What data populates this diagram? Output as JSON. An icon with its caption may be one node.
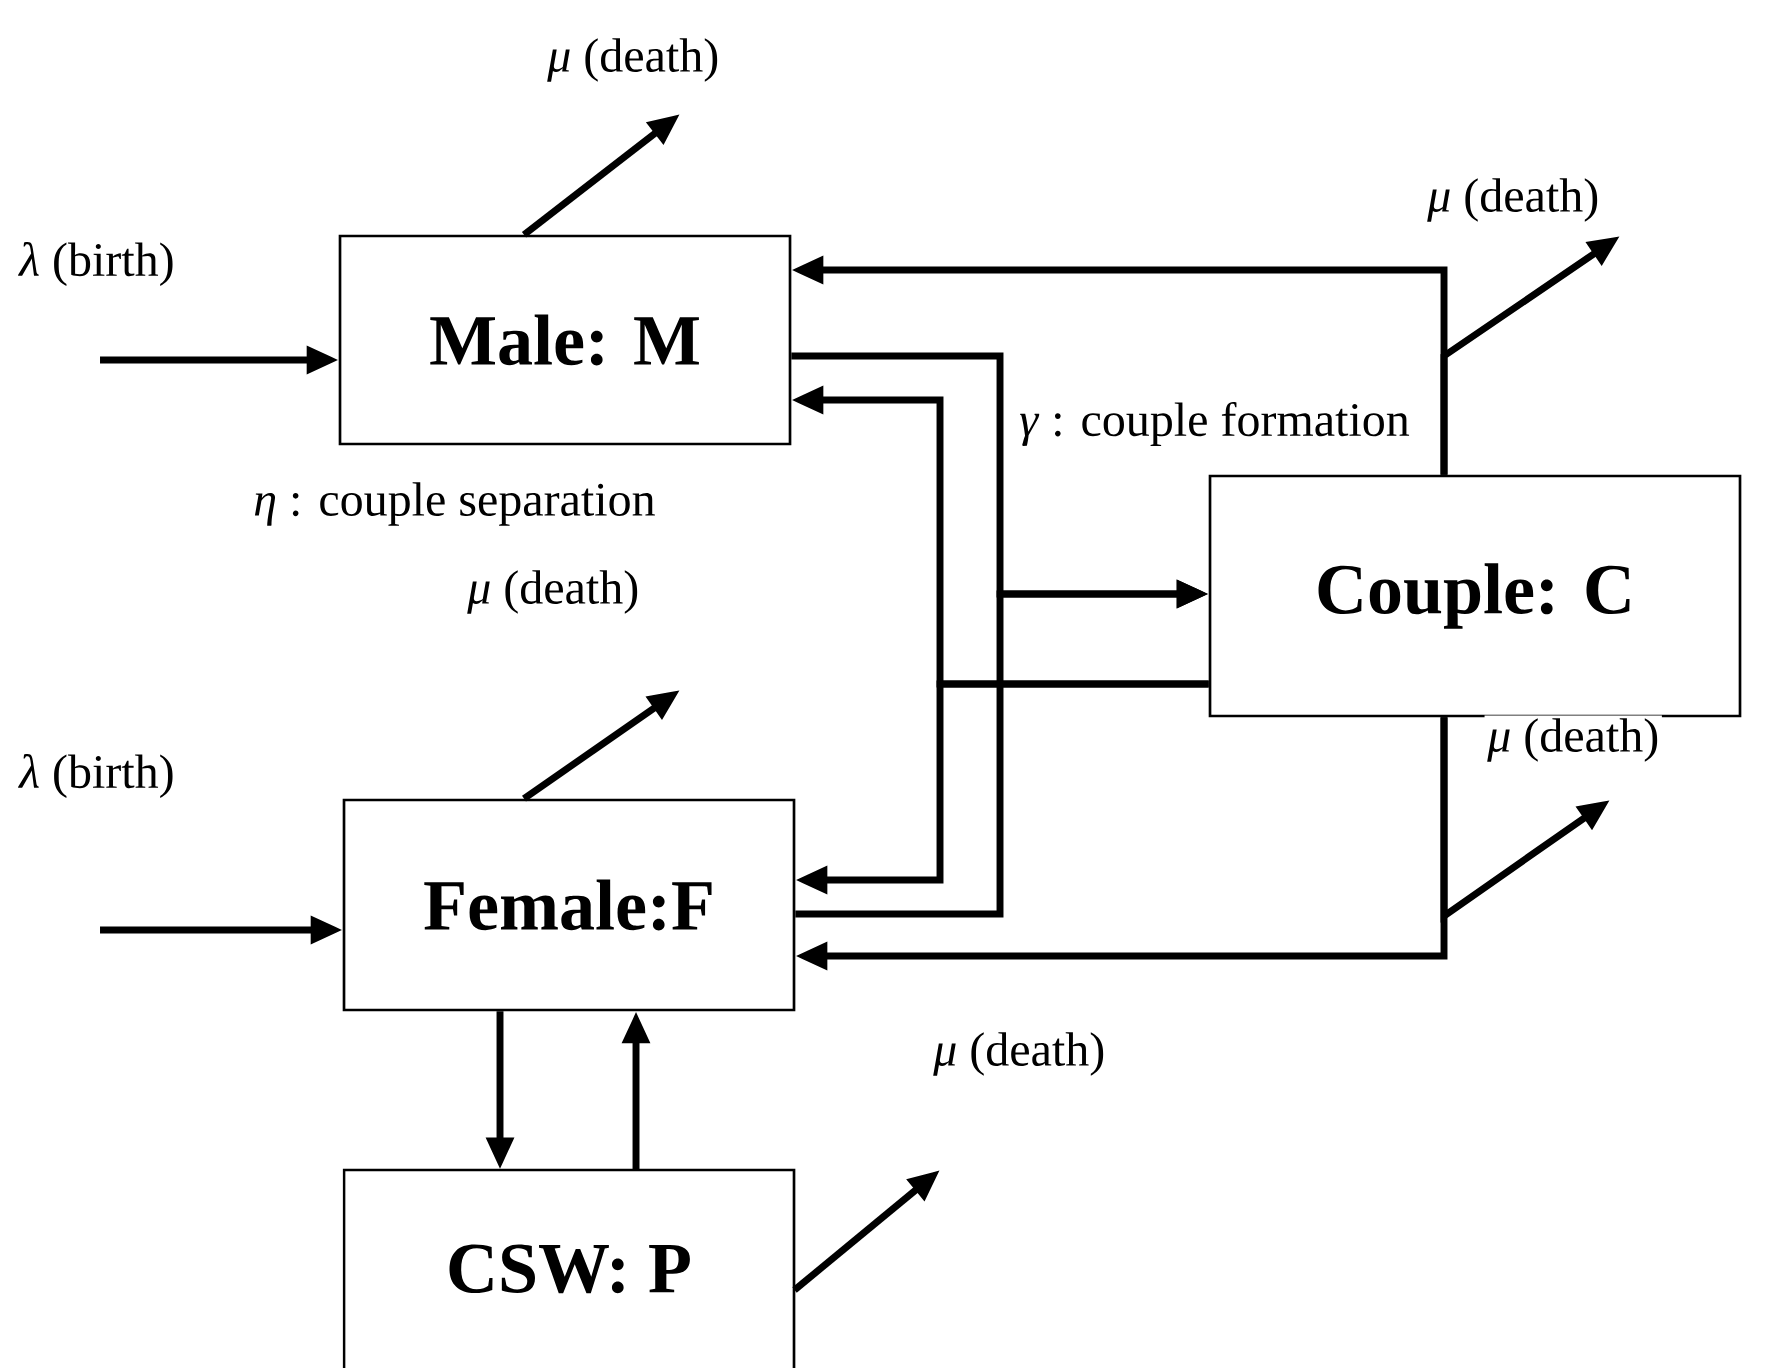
{
  "diagram": {
    "nodes": [
      {
        "text": [
          "Male: M"
        ]
      },
      {
        "text": [
          "Couple: C"
        ]
      },
      {
        "text": [
          "Female:F"
        ]
      },
      {
        "text": [
          "CSW: P"
        ]
      }
    ],
    "edges": [
      {
        "from": null,
        "to": 0,
        "arrow": "to",
        "label": "*λ* (birth)"
      },
      {
        "from": 0,
        "to": null,
        "arrow": "to",
        "label": "*μ* (death)"
      },
      {
        "from": 1,
        "to": 0,
        "arrow": "to"
      },
      {
        "from": 1,
        "to": null,
        "arrow": "to",
        "label": "*μ* (death)"
      },
      {
        "from": 0,
        "to": 1,
        "arrow": "to",
        "label": "*γ* : couple formation"
      },
      {
        "from": 2,
        "to": 1,
        "arrow": "to"
      },
      {
        "from": 1,
        "to": 0,
        "arrow": "to",
        "label": "*η* : couple separation"
      },
      {
        "from": 1,
        "to": 2,
        "arrow": "to"
      },
      {
        "from": 2,
        "to": null,
        "arrow": "to",
        "label": "*μ* (death)"
      },
      {
        "from": 1,
        "to": 2,
        "arrow": "to"
      },
      {
        "from": 1,
        "to": null,
        "arrow": "to",
        "label": "*μ* (death)"
      },
      {
        "from": null,
        "to": 2,
        "arrow": "to",
        "label": "*λ* (birth)"
      },
      {
        "from": 2,
        "to": 3,
        "arrow": "to"
      },
      {
        "from": 3,
        "to": 2,
        "arrow": "to"
      },
      {
        "from": 3,
        "to": null,
        "arrow": "to",
        "label": "*μ* (death)"
      }
    ]
  }
}
